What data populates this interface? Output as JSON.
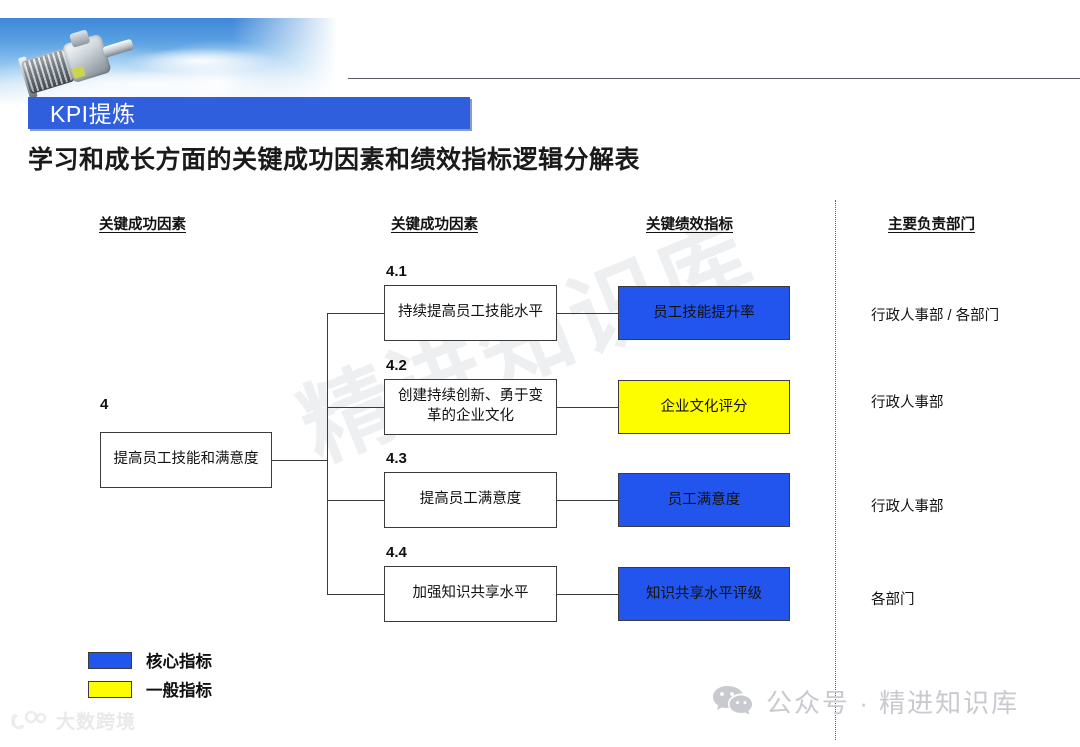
{
  "header": {
    "section_label": "KPI提炼",
    "section_bar_color": "#2f5fdc",
    "product_image_name": "gear-motor-photo"
  },
  "title": "学习和成长方面的关键成功因素和绩效指标逻辑分解表",
  "columns": [
    {
      "label": "关键成功因素"
    },
    {
      "label": "关键成功因素"
    },
    {
      "label": "关键绩效指标"
    },
    {
      "label": "主要负责部门"
    }
  ],
  "root": {
    "index": "4",
    "label": "提高员工技能和满意度"
  },
  "rows": [
    {
      "index": "4.1",
      "factor": "持续提高员工技能水平",
      "kpi": "员工技能提升率",
      "kpi_type": "core",
      "kpi_color": "#2255ee",
      "department": "行政人事部 / 各部门"
    },
    {
      "index": "4.2",
      "factor": "创建持续创新、勇于变革的企业文化",
      "kpi": "企业文化评分",
      "kpi_type": "general",
      "kpi_color": "#fdfd00",
      "department": "行政人事部"
    },
    {
      "index": "4.3",
      "factor": "提高员工满意度",
      "kpi": "员工满意度",
      "kpi_type": "core",
      "kpi_color": "#2255ee",
      "department": "行政人事部"
    },
    {
      "index": "4.4",
      "factor": "加强知识共享水平",
      "kpi": "知识共享水平评级",
      "kpi_type": "core",
      "kpi_color": "#2255ee",
      "department": "各部门"
    }
  ],
  "legend": [
    {
      "label": "核心指标",
      "color": "#2255ee"
    },
    {
      "label": "一般指标",
      "color": "#fdfd00"
    }
  ],
  "watermarks": {
    "diagonal": "精进知识库",
    "brand_logo": "大数跨境",
    "wechat": "公众号 · 精进知识库"
  }
}
